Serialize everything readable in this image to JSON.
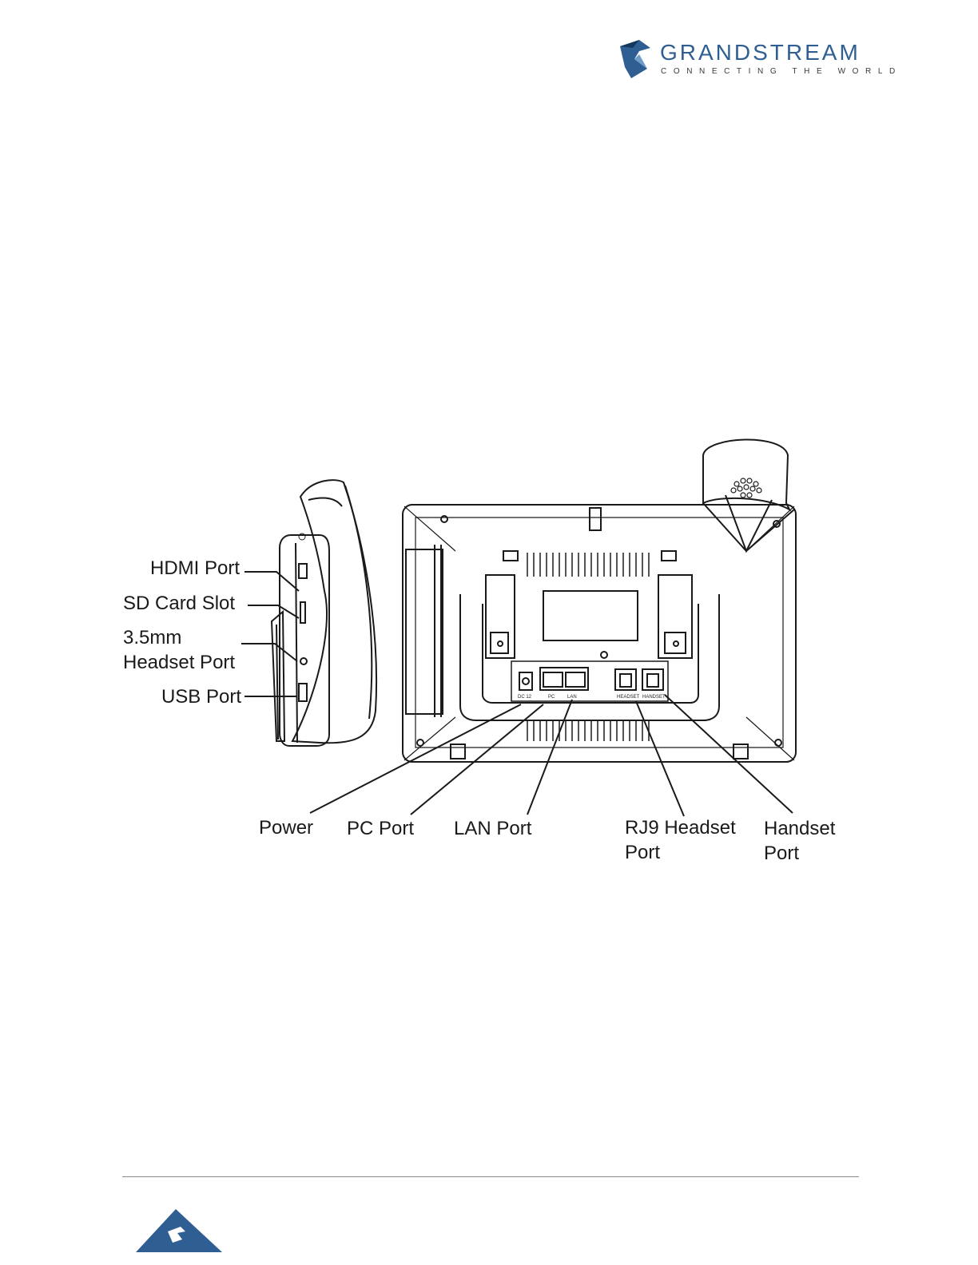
{
  "header": {
    "brand_name": "GRANDSTREAM",
    "tagline": "CONNECTING THE WORLD",
    "brand_color": "#2f5f92",
    "logo_icon": "grandstream-swoosh-icon"
  },
  "diagram": {
    "side_view_labels": {
      "hdmi": "HDMI Port",
      "sd_card": "SD Card Slot",
      "headset_35_line1": "3.5mm",
      "headset_35_line2": "Headset Port",
      "usb": "USB Port"
    },
    "back_view_labels": {
      "power": "Power",
      "pc": "PC Port",
      "lan": "LAN Port",
      "rj9_line1": "RJ9 Headset",
      "rj9_line2": "Port",
      "handset_line1": "Handset",
      "handset_line2": "Port"
    },
    "panel_markings": {
      "dc": "DC 12",
      "pc": "PC",
      "lan": "LAN",
      "headset": "HEADSET",
      "handset": "HANDSET"
    }
  },
  "footer": {
    "mark_icon": "grandstream-footer-triangle-icon",
    "mark_color": "#2f5f92"
  }
}
